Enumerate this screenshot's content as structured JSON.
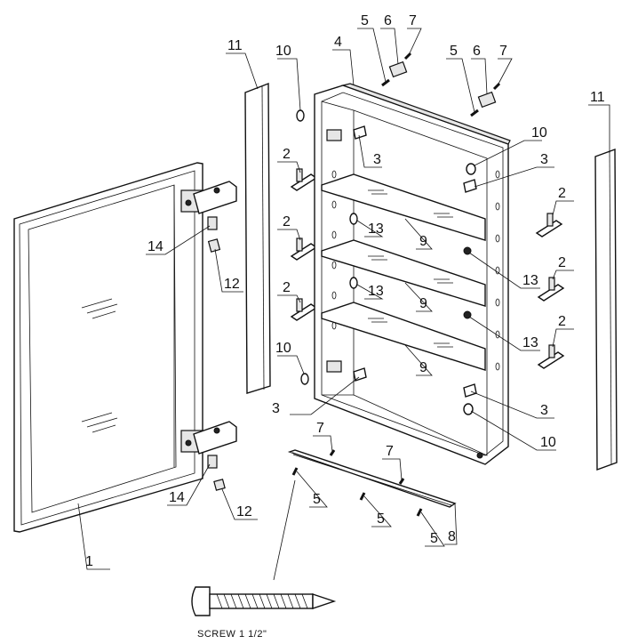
{
  "callouts": [
    {
      "id": "c1",
      "text": "1"
    },
    {
      "id": "c2a",
      "text": "2"
    },
    {
      "id": "c2b",
      "text": "2"
    },
    {
      "id": "c2c",
      "text": "2"
    },
    {
      "id": "c2d",
      "text": "2"
    },
    {
      "id": "c2e",
      "text": "2"
    },
    {
      "id": "c2f",
      "text": "2"
    },
    {
      "id": "c3a",
      "text": "3"
    },
    {
      "id": "c3b",
      "text": "3"
    },
    {
      "id": "c3c",
      "text": "3"
    },
    {
      "id": "c3d",
      "text": "3"
    },
    {
      "id": "c4",
      "text": "4"
    },
    {
      "id": "c5a",
      "text": "5"
    },
    {
      "id": "c5b",
      "text": "5"
    },
    {
      "id": "c5c",
      "text": "5"
    },
    {
      "id": "c5d",
      "text": "5"
    },
    {
      "id": "c5e",
      "text": "5"
    },
    {
      "id": "c6a",
      "text": "6"
    },
    {
      "id": "c6b",
      "text": "6"
    },
    {
      "id": "c7a",
      "text": "7"
    },
    {
      "id": "c7b",
      "text": "7"
    },
    {
      "id": "c7c",
      "text": "7"
    },
    {
      "id": "c7d",
      "text": "7"
    },
    {
      "id": "c8",
      "text": "8"
    },
    {
      "id": "c9a",
      "text": "9"
    },
    {
      "id": "c9b",
      "text": "9"
    },
    {
      "id": "c9c",
      "text": "9"
    },
    {
      "id": "c10a",
      "text": "10"
    },
    {
      "id": "c10b",
      "text": "10"
    },
    {
      "id": "c10c",
      "text": "10"
    },
    {
      "id": "c10d",
      "text": "10"
    },
    {
      "id": "c11a",
      "text": "11"
    },
    {
      "id": "c11b",
      "text": "11"
    },
    {
      "id": "c12a",
      "text": "12"
    },
    {
      "id": "c12b",
      "text": "12"
    },
    {
      "id": "c13a",
      "text": "13"
    },
    {
      "id": "c13b",
      "text": "13"
    },
    {
      "id": "c13c",
      "text": "13"
    },
    {
      "id": "c13d",
      "text": "13"
    },
    {
      "id": "c14a",
      "text": "14"
    },
    {
      "id": "c14b",
      "text": "14"
    }
  ],
  "caption": "SCREW  1 1/2\""
}
